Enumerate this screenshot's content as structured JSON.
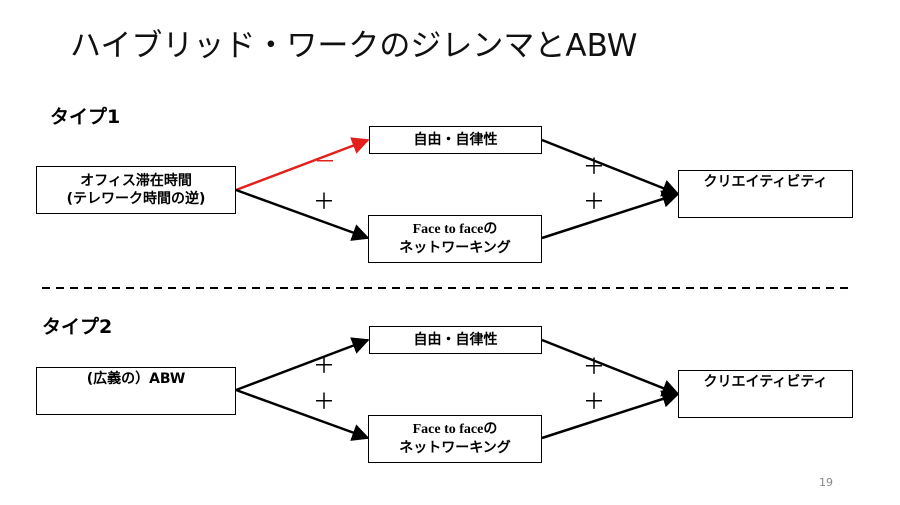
{
  "title": "ハイブリッド・ワークのジレンマとABW",
  "type1": {
    "label": "タイプ1",
    "source_line1": "オフィス滞在時間",
    "source_line2": "(テレワーク時間の逆)",
    "mid_top": "自由・自律性",
    "mid_bottom_line1": "Face to faceの",
    "mid_bottom_line2": "ネットワーキング",
    "target": "クリエイティビティ",
    "sign_src_top": "－",
    "sign_src_bottom": "＋",
    "sign_top_target": "＋",
    "sign_bottom_target": "＋"
  },
  "type2": {
    "label": "タイプ2",
    "source": "(広義の）ABW",
    "mid_top": "自由・自律性",
    "mid_bottom_line1": "Face to faceの",
    "mid_bottom_line2": "ネットワーキング",
    "target": "クリエイティビティ",
    "sign_src_top": "＋",
    "sign_src_bottom": "＋",
    "sign_top_target": "＋",
    "sign_bottom_target": "＋"
  },
  "page_number": "19",
  "colors": {
    "negative_arrow": "#e3201b",
    "arrow": "#000000"
  }
}
